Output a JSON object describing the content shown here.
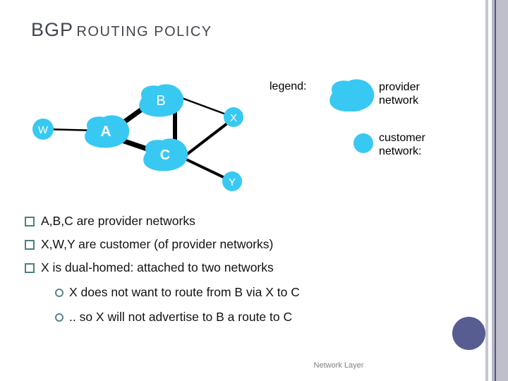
{
  "title": {
    "main": "BGP",
    "rest": "ROUTING POLICY"
  },
  "legend": {
    "label": "legend:",
    "provider": "provider network",
    "customer": "customer network:"
  },
  "diagram": {
    "nodes": {
      "W": "W",
      "A": "A",
      "B": "B",
      "C": "C",
      "X": "X",
      "Y": "Y"
    },
    "node_types": {
      "provider_networks": [
        "A",
        "B",
        "C"
      ],
      "customer_networks": [
        "W",
        "X",
        "Y"
      ]
    },
    "edges": [
      {
        "from": "W",
        "to": "A"
      },
      {
        "from": "A",
        "to": "B"
      },
      {
        "from": "A",
        "to": "C"
      },
      {
        "from": "B",
        "to": "C"
      },
      {
        "from": "B",
        "to": "X"
      },
      {
        "from": "C",
        "to": "X"
      },
      {
        "from": "C",
        "to": "Y"
      }
    ]
  },
  "bullets": [
    {
      "level": 1,
      "text": "A,B,C are provider networks"
    },
    {
      "level": 1,
      "text": "X,W,Y are customer (of provider networks)"
    },
    {
      "level": 1,
      "text": "X is dual-homed: attached to two networks"
    },
    {
      "level": 2,
      "text": "X does not want to route from B via X to C"
    },
    {
      "level": 2,
      "text": ".. so X will not advertise to B a route to C"
    }
  ],
  "footer": {
    "text": "Network Layer"
  },
  "colors": {
    "network_fill": "#38c9f2",
    "title_text": "#42464f",
    "bullet_marker": "#4e7f81",
    "corner_ball": "#575c91",
    "edge_line": "#000000"
  }
}
